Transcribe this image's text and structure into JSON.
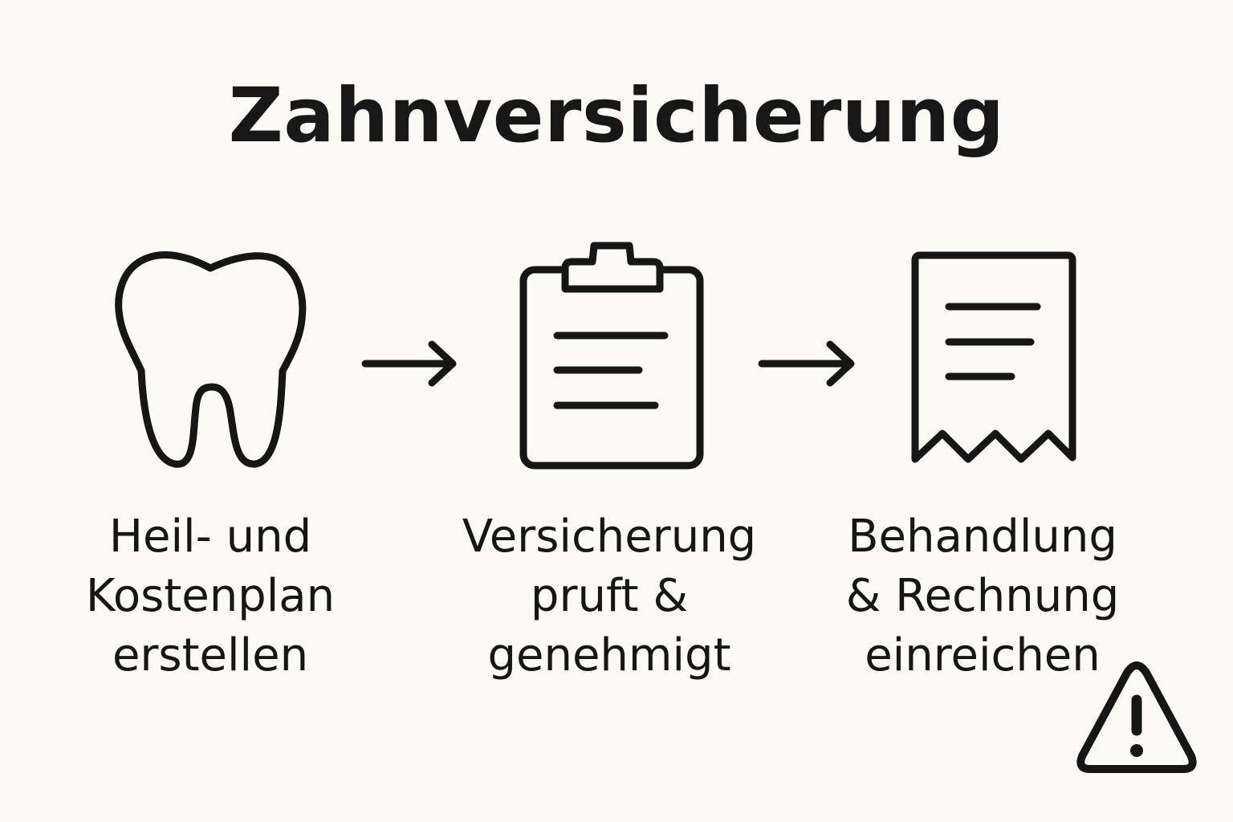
{
  "title": "Zahnversicherung",
  "steps": [
    {
      "icon": "tooth-icon",
      "label_lines": [
        "Heil- und",
        "Kostenplan",
        "erstellen"
      ]
    },
    {
      "icon": "clipboard-icon",
      "label_lines": [
        "Versicherung",
        "pruft &",
        "genehmigt"
      ]
    },
    {
      "icon": "receipt-icon",
      "label_lines": [
        "Behandlung",
        "& Rechnung",
        "einreichen"
      ]
    }
  ],
  "connectors": [
    "arrow-right-icon",
    "arrow-right-icon"
  ],
  "warning": {
    "icon": "warning-icon"
  },
  "colors": {
    "background": "#fbfaf6",
    "ink": "#161616"
  }
}
